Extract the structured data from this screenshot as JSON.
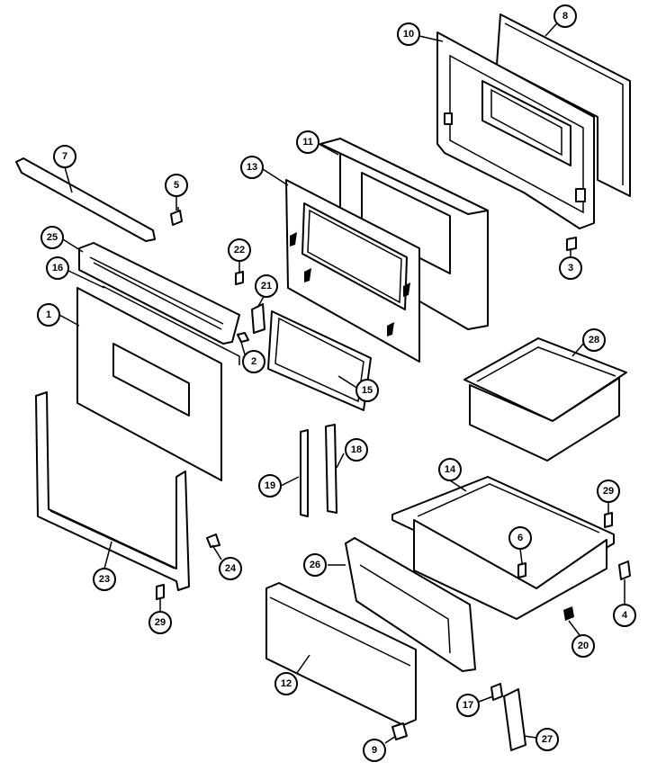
{
  "diagram": {
    "callouts": [
      {
        "id": "c-1",
        "label": "1"
      },
      {
        "id": "c-2",
        "label": "2"
      },
      {
        "id": "c-3",
        "label": "3"
      },
      {
        "id": "c-4",
        "label": "4"
      },
      {
        "id": "c-5",
        "label": "5"
      },
      {
        "id": "c-6",
        "label": "6"
      },
      {
        "id": "c-7",
        "label": "7"
      },
      {
        "id": "c-8",
        "label": "8"
      },
      {
        "id": "c-9",
        "label": "9"
      },
      {
        "id": "c-10",
        "label": "10"
      },
      {
        "id": "c-11",
        "label": "11"
      },
      {
        "id": "c-12",
        "label": "12"
      },
      {
        "id": "c-13",
        "label": "13"
      },
      {
        "id": "c-14",
        "label": "14"
      },
      {
        "id": "c-15",
        "label": "15"
      },
      {
        "id": "c-16",
        "label": "16"
      },
      {
        "id": "c-17",
        "label": "17"
      },
      {
        "id": "c-18",
        "label": "18"
      },
      {
        "id": "c-19",
        "label": "19"
      },
      {
        "id": "c-20",
        "label": "20"
      },
      {
        "id": "c-21",
        "label": "21"
      },
      {
        "id": "c-22",
        "label": "22"
      },
      {
        "id": "c-23",
        "label": "23"
      },
      {
        "id": "c-24",
        "label": "24"
      },
      {
        "id": "c-25",
        "label": "25"
      },
      {
        "id": "c-26",
        "label": "26"
      },
      {
        "id": "c-27",
        "label": "27"
      },
      {
        "id": "c-28",
        "label": "28"
      },
      {
        "id": "c-29a",
        "label": "29"
      },
      {
        "id": "c-29b",
        "label": "29"
      }
    ]
  }
}
